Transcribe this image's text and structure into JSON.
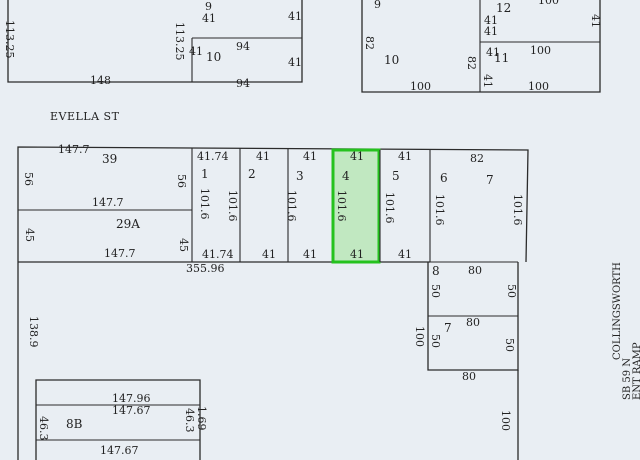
{
  "map": {
    "street_name": "EVELLA ST",
    "edge_text": [
      "COLLINGSWORTH",
      "SB 59 N",
      "ENT RAMP"
    ],
    "colors": {
      "background": "#e9eef3",
      "lines": "#2b2b2b",
      "highlight": "#25c21e"
    },
    "top_left_block": {
      "labels": {
        "a": "9",
        "b": "41",
        "c": "41",
        "d": "113.25",
        "e": "113.25",
        "f": "41",
        "g": "10",
        "h": "94",
        "i": "41",
        "j": "148",
        "k": "94"
      }
    },
    "top_right_block": {
      "labels": {
        "a": "9",
        "b": "82",
        "c": "10",
        "d": "100",
        "e": "41",
        "f": "12",
        "g": "41",
        "h": "100",
        "i": "41",
        "j": "100",
        "k": "82",
        "l": "41",
        "m": "11",
        "n": "41",
        "o": "100"
      }
    },
    "main_block": {
      "labels": {
        "top_147_7": "147.7",
        "lot39": "39",
        "side56_left": "56",
        "side56_right": "56",
        "mid_147_7": "147.7",
        "lot29a": "29A",
        "side45_left": "45",
        "side45_right": "45",
        "bot_147_7": "147.7",
        "total_355_96": "355.96",
        "top_41_74": "41.74",
        "bot_41_74": "41.74",
        "lot1": "1",
        "lot1_depth": "101.6",
        "lot2": "2",
        "lot2_top": "41",
        "lot2_depth": "101.6",
        "lot2_bot": "41",
        "lot3": "3",
        "lot3_top": "41",
        "lot3_depth": "101.6",
        "lot3_bot": "41",
        "lot4": "4",
        "lot4_top": "41",
        "lot4_depth": "101.6",
        "lot4_bot": "41",
        "lot5": "5",
        "lot5_top": "41",
        "lot5_depth": "101.6",
        "lot5_bot": "41",
        "lot6": "6",
        "lot6_depth": "101.6",
        "lot7": "7",
        "lot7_top": "82",
        "lot7_depth": "101.6",
        "lot8": "8",
        "lot8_w": "80",
        "lot8_l": "50",
        "lot8_r": "50",
        "lot7b": "7",
        "lot7b_w": "80",
        "lot7b_l": "50",
        "lot7b_r": "50",
        "lot7b_bot": "80",
        "side100_a": "100",
        "side100_b": "100",
        "side_138_9": "138.9",
        "v147_96": "147.96",
        "v147_67": "147.67",
        "lot8b": "8B",
        "side46_3a": "46.3",
        "side46_3b": "46.3",
        "side1_69": "1.69",
        "bottom147_67": "147.67"
      }
    },
    "highlighted_lot": "4"
  }
}
